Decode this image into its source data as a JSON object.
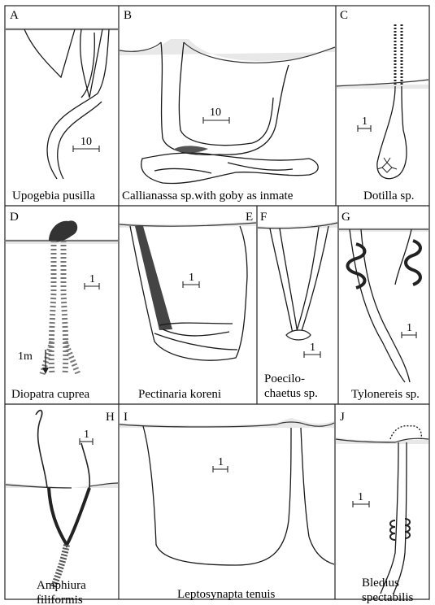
{
  "panels": [
    {
      "letter": "A",
      "caption": "Upogebia pusilla",
      "scale": "10"
    },
    {
      "letter": "B",
      "caption": "Callianassa sp.with goby as inmate",
      "scale": "10"
    },
    {
      "letter": "C",
      "caption": "Dotilla sp.",
      "scale": "1"
    },
    {
      "letter": "D",
      "caption": "Diopatra cuprea",
      "scale": "1",
      "depth_label": "1m"
    },
    {
      "letter": "E",
      "caption": "Pectinaria koreni",
      "scale": "1"
    },
    {
      "letter": "F",
      "caption_line1": "Poecilo-",
      "caption_line2": "chaetus sp.",
      "scale": "1"
    },
    {
      "letter": "G",
      "caption": "Tylonereis sp.",
      "scale": "1"
    },
    {
      "letter": "H",
      "caption_line1": "Amphiura",
      "caption_line2": "filiformis",
      "scale": "1"
    },
    {
      "letter": "I",
      "caption": "Leptosynapta tenuis",
      "scale": "1"
    },
    {
      "letter": "J",
      "caption_line1": "Bledius",
      "caption_line2": "spectabilis",
      "scale": "1"
    }
  ]
}
